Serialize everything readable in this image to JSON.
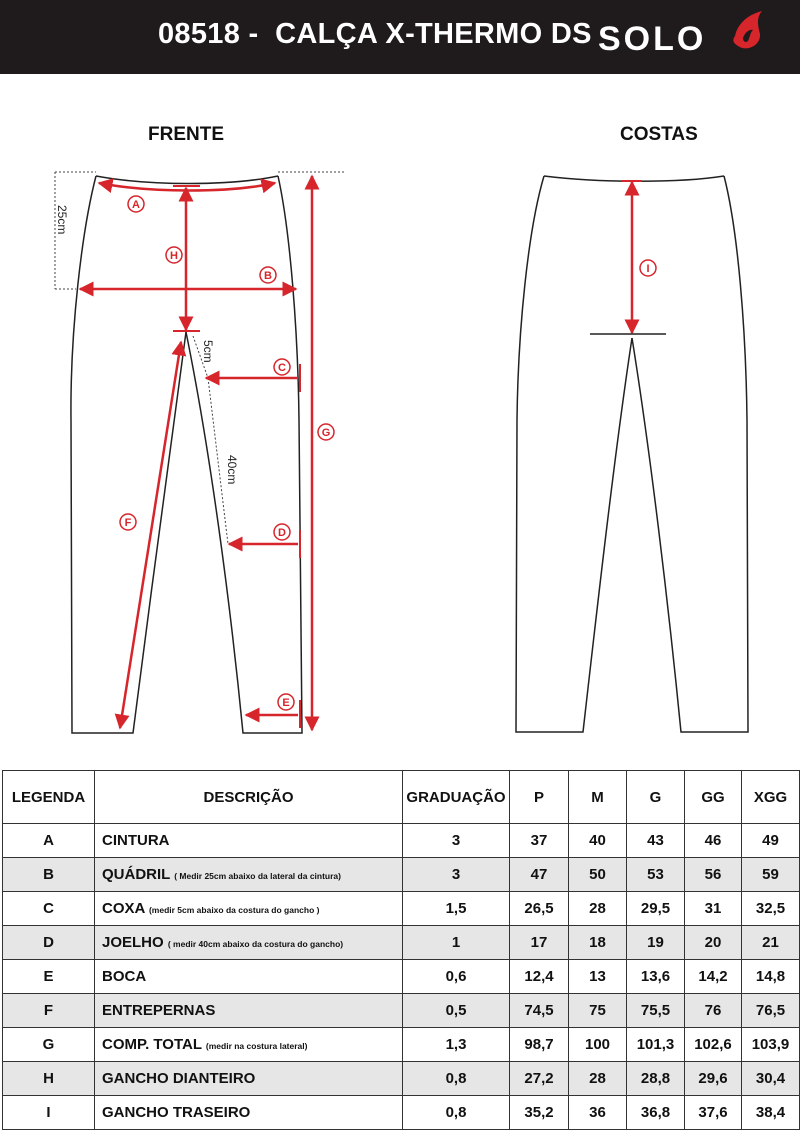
{
  "header": {
    "title": "08518 -  CALÇA X-THERMO DS",
    "brand": "SOLO",
    "background_color": "#1f1a1b",
    "accent_color": "#d6252b"
  },
  "views": {
    "front_label": "FRENTE",
    "back_label": "COSTAS"
  },
  "measure_markers": [
    "A",
    "B",
    "C",
    "D",
    "E",
    "F",
    "G",
    "H",
    "I"
  ],
  "reference_distances": {
    "hip": "25cm",
    "thigh": "5cm",
    "knee": "40cm"
  },
  "table": {
    "headers": [
      "LEGENDA",
      "DESCRIÇÃO",
      "GRADUAÇÃO",
      "P",
      "M",
      "G",
      "GG",
      "XGG"
    ],
    "rows": [
      {
        "code": "A",
        "desc": "CINTURA",
        "note": "",
        "grad": "3",
        "values": [
          "37",
          "40",
          "43",
          "46",
          "49"
        ]
      },
      {
        "code": "B",
        "desc": "QUÁDRIL",
        "note": "( Medir 25cm abaixo da lateral da cintura)",
        "grad": "3",
        "values": [
          "47",
          "50",
          "53",
          "56",
          "59"
        ]
      },
      {
        "code": "C",
        "desc": "COXA",
        "note": "(medir 5cm abaixo da costura do gancho )",
        "grad": "1,5",
        "values": [
          "26,5",
          "28",
          "29,5",
          "31",
          "32,5"
        ]
      },
      {
        "code": "D",
        "desc": "JOELHO",
        "note": "( medir 40cm abaixo da costura do gancho)",
        "grad": "1",
        "values": [
          "17",
          "18",
          "19",
          "20",
          "21"
        ]
      },
      {
        "code": "E",
        "desc": "BOCA",
        "note": "",
        "grad": "0,6",
        "values": [
          "12,4",
          "13",
          "13,6",
          "14,2",
          "14,8"
        ]
      },
      {
        "code": "F",
        "desc": "ENTREPERNAS",
        "note": "",
        "grad": "0,5",
        "values": [
          "74,5",
          "75",
          "75,5",
          "76",
          "76,5"
        ]
      },
      {
        "code": "G",
        "desc": "COMP. TOTAL",
        "note": "(medir na costura lateral)",
        "grad": "1,3",
        "values": [
          "98,7",
          "100",
          "101,3",
          "102,6",
          "103,9"
        ]
      },
      {
        "code": "H",
        "desc": "GANCHO DIANTEIRO",
        "note": "",
        "grad": "0,8",
        "values": [
          "27,2",
          "28",
          "28,8",
          "29,6",
          "30,4"
        ]
      },
      {
        "code": "I",
        "desc": "GANCHO TRASEIRO",
        "note": "",
        "grad": "0,8",
        "values": [
          "35,2",
          "36",
          "36,8",
          "37,6",
          "38,4"
        ]
      }
    ]
  }
}
